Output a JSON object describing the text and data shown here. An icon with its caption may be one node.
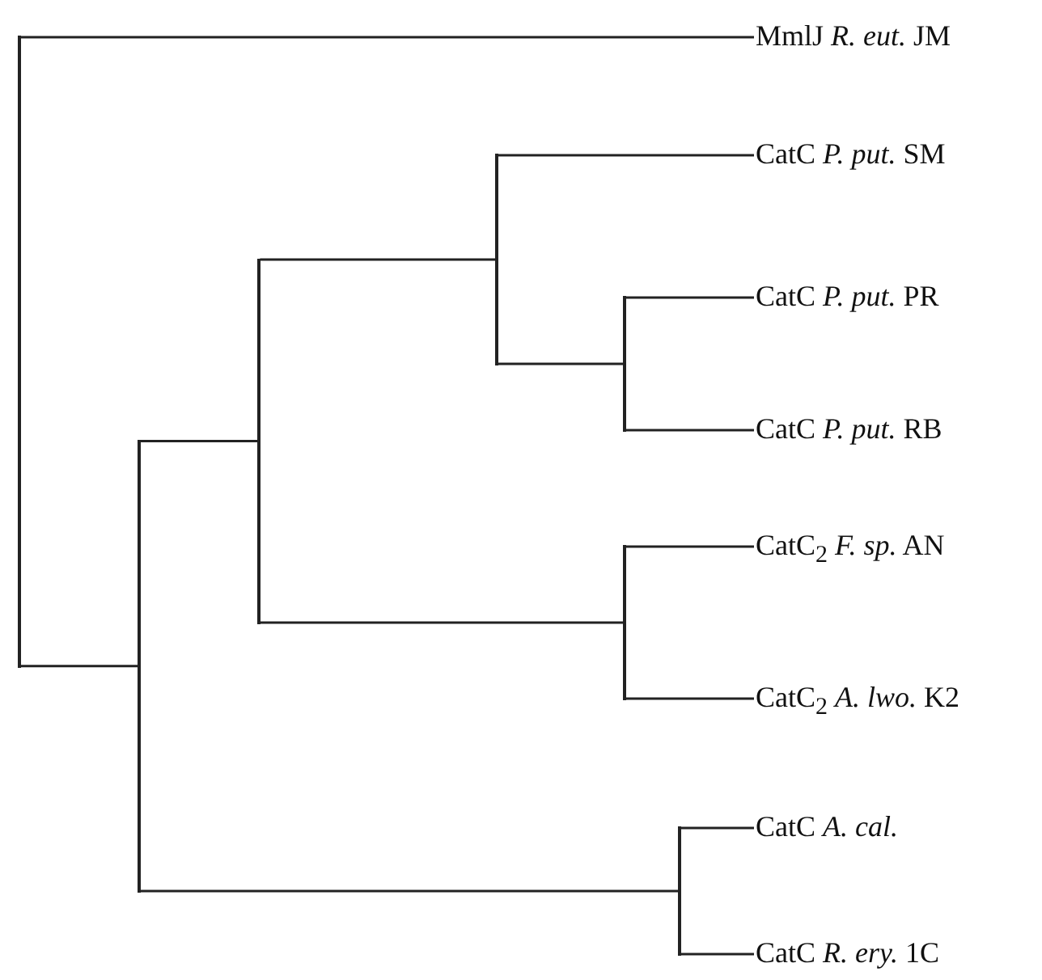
{
  "diagram": {
    "nodes": [
      {
        "text": [],
        "shape": "bar"
      },
      {
        "text": [
          "MmlJ *R. eut.* JM"
        ]
      },
      {
        "text": [],
        "shape": "bar"
      },
      {
        "text": [],
        "shape": "bar"
      },
      {
        "text": [],
        "shape": "bar"
      },
      {
        "text": [
          "CatC *P. put.* SM"
        ]
      },
      {
        "text": [],
        "shape": "bar"
      },
      {
        "text": [
          "CatC *P. put.* PR"
        ]
      },
      {
        "text": [
          "CatC *P. put.* RB"
        ]
      },
      {
        "text": [],
        "shape": "bar"
      },
      {
        "text": [
          "CatC$_{2}$ *F. sp.* AN"
        ]
      },
      {
        "text": [
          "CatC$_{2}$ *A. lwo.* K2"
        ]
      },
      {
        "text": [],
        "shape": "bar"
      },
      {
        "text": [
          "CatC *A. cal.*"
        ]
      },
      {
        "text": [
          "CatC *R. ery.* 1C"
        ]
      }
    ],
    "edges": [
      {
        "from": 0,
        "to": 1,
        "arrow": "none"
      },
      {
        "from": 0,
        "to": 2,
        "arrow": "none"
      },
      {
        "from": 2,
        "to": 3,
        "arrow": "none"
      },
      {
        "from": 2,
        "to": 12,
        "arrow": "none"
      },
      {
        "from": 3,
        "to": 4,
        "arrow": "none"
      },
      {
        "from": 3,
        "to": 9,
        "arrow": "none"
      },
      {
        "from": 4,
        "to": 5,
        "arrow": "none"
      },
      {
        "from": 4,
        "to": 6,
        "arrow": "none"
      },
      {
        "from": 6,
        "to": 7,
        "arrow": "none"
      },
      {
        "from": 6,
        "to": 8,
        "arrow": "none"
      },
      {
        "from": 9,
        "to": 10,
        "arrow": "none"
      },
      {
        "from": 9,
        "to": 11,
        "arrow": "none"
      },
      {
        "from": 12,
        "to": 13,
        "arrow": "none"
      },
      {
        "from": 12,
        "to": 14,
        "arrow": "none"
      }
    ]
  }
}
